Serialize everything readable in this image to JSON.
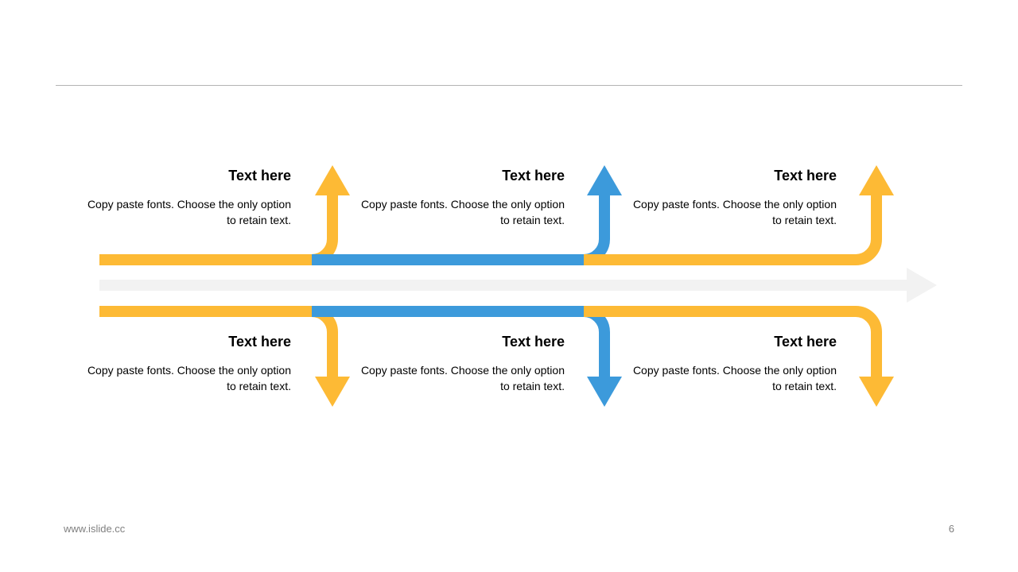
{
  "colors": {
    "yellow": "#FDBA35",
    "blue": "#3C9ADB",
    "gray_arrow": "#F2F2F2"
  },
  "blocks": [
    {
      "title": "Text here",
      "body": "Copy paste fonts. Choose the only option to retain text."
    },
    {
      "title": "Text here",
      "body": "Copy paste fonts. Choose the only option to retain text."
    },
    {
      "title": "Text here",
      "body": "Copy paste fonts. Choose the only option to retain text."
    },
    {
      "title": "Text here",
      "body": "Copy paste fonts. Choose the only option to retain text."
    },
    {
      "title": "Text here",
      "body": "Copy paste fonts. Choose the only option to retain text."
    },
    {
      "title": "Text here",
      "body": "Copy paste fonts. Choose the only option to retain text."
    }
  ],
  "footer": {
    "website": "www.islide.cc",
    "page_number": "6"
  }
}
